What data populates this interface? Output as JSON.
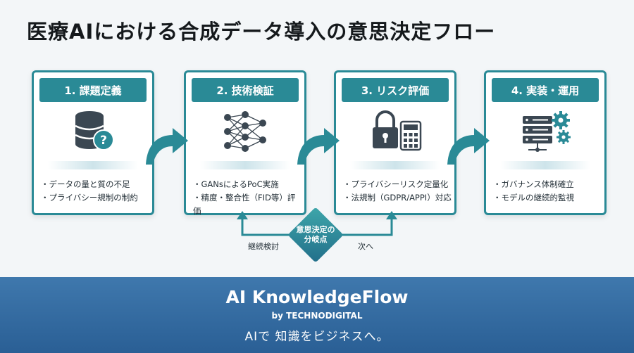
{
  "title": "医療AIにおける合成データ導入の意思決定フロー",
  "steps": [
    {
      "label": "1. 課題定義",
      "icon": "database-question-icon",
      "bullets": [
        "データの量と質の不足",
        "プライバシー規制の制約"
      ]
    },
    {
      "label": "2. 技術検証",
      "icon": "neural-network-icon",
      "bullets": [
        "GANsによるPoC実施",
        "精度・整合性（FID等）評価"
      ]
    },
    {
      "label": "3. リスク評価",
      "icon": "lock-calculator-icon",
      "bullets": [
        "プライバシーリスク定量化",
        "法規制（GDPR/APPI）対応"
      ]
    },
    {
      "label": "4. 実装・運用",
      "icon": "server-gears-icon",
      "bullets": [
        "ガバナンス体制確立",
        "モデルの継続的監視"
      ]
    }
  ],
  "decision": {
    "line1": "意思決定の",
    "line2": "分岐点",
    "left_label": "継続検討",
    "right_label": "次へ"
  },
  "footer": {
    "brand": "AI KnowledgeFlow",
    "sub": "by TECHNODIGITAL",
    "tagline": "AIで 知識をビジネスへ。"
  },
  "colors": {
    "teal": "#2a8a96",
    "blue_footer": "#3a72a8"
  }
}
